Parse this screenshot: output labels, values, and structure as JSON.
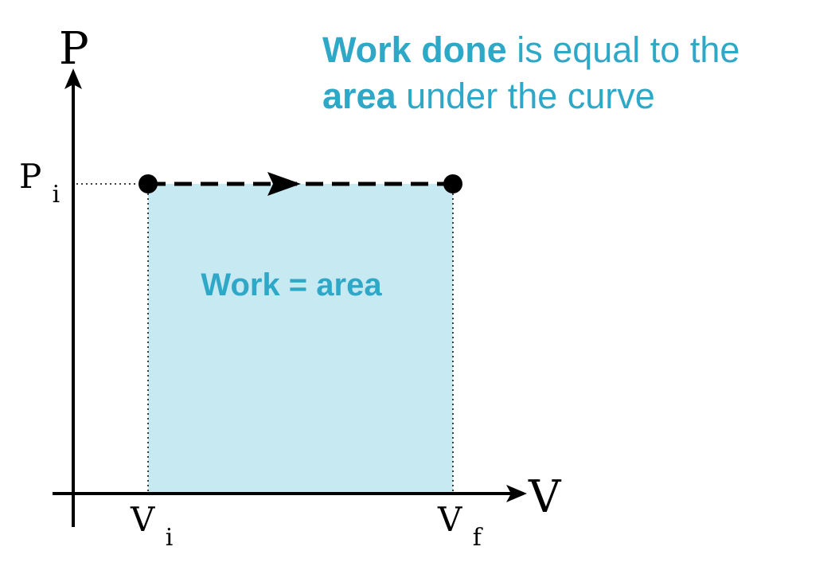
{
  "caption": {
    "line1_bold": "Work done",
    "line1_rest": " is equal to the",
    "line2_bold": "area",
    "line2_rest": " under the curve"
  },
  "axes": {
    "y_label": "P",
    "x_label": "V"
  },
  "ticks": {
    "p_initial": {
      "main": "P",
      "sub": "i"
    },
    "v_initial": {
      "main": "V",
      "sub": "i"
    },
    "v_final": {
      "main": "V",
      "sub": "f"
    }
  },
  "area_label": "Work = area",
  "colors": {
    "accent": "#2fa8c8",
    "area_fill": "#c6e9f2",
    "ink": "#000000"
  }
}
